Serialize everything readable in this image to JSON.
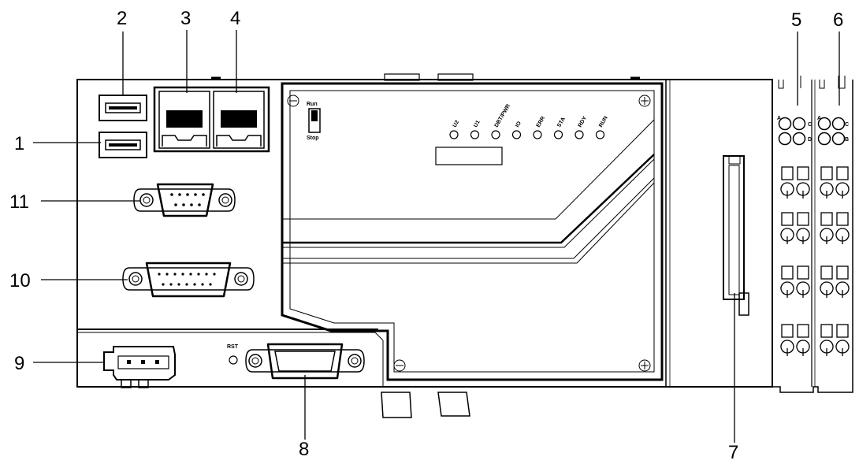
{
  "callouts": {
    "c1": "1",
    "c2": "2",
    "c3": "3",
    "c4": "4",
    "c5": "5",
    "c6": "6",
    "c7": "7",
    "c8": "8",
    "c9": "9",
    "c10": "10",
    "c11": "11"
  },
  "switch": {
    "run": "Run",
    "stop": "Stop"
  },
  "leds": [
    "U2",
    "U1",
    "DBT/PWR",
    "IO",
    "ERR",
    "STA",
    "RDY",
    "RUN"
  ],
  "rst": "RST",
  "terminal_labels": {
    "a1": "A",
    "c1": "C",
    "d1": "D",
    "a2": "A",
    "c2": "C",
    "b2": "B"
  },
  "colors": {
    "line": "#000000",
    "background": "#ffffff",
    "shade": "#cfcfcf"
  }
}
